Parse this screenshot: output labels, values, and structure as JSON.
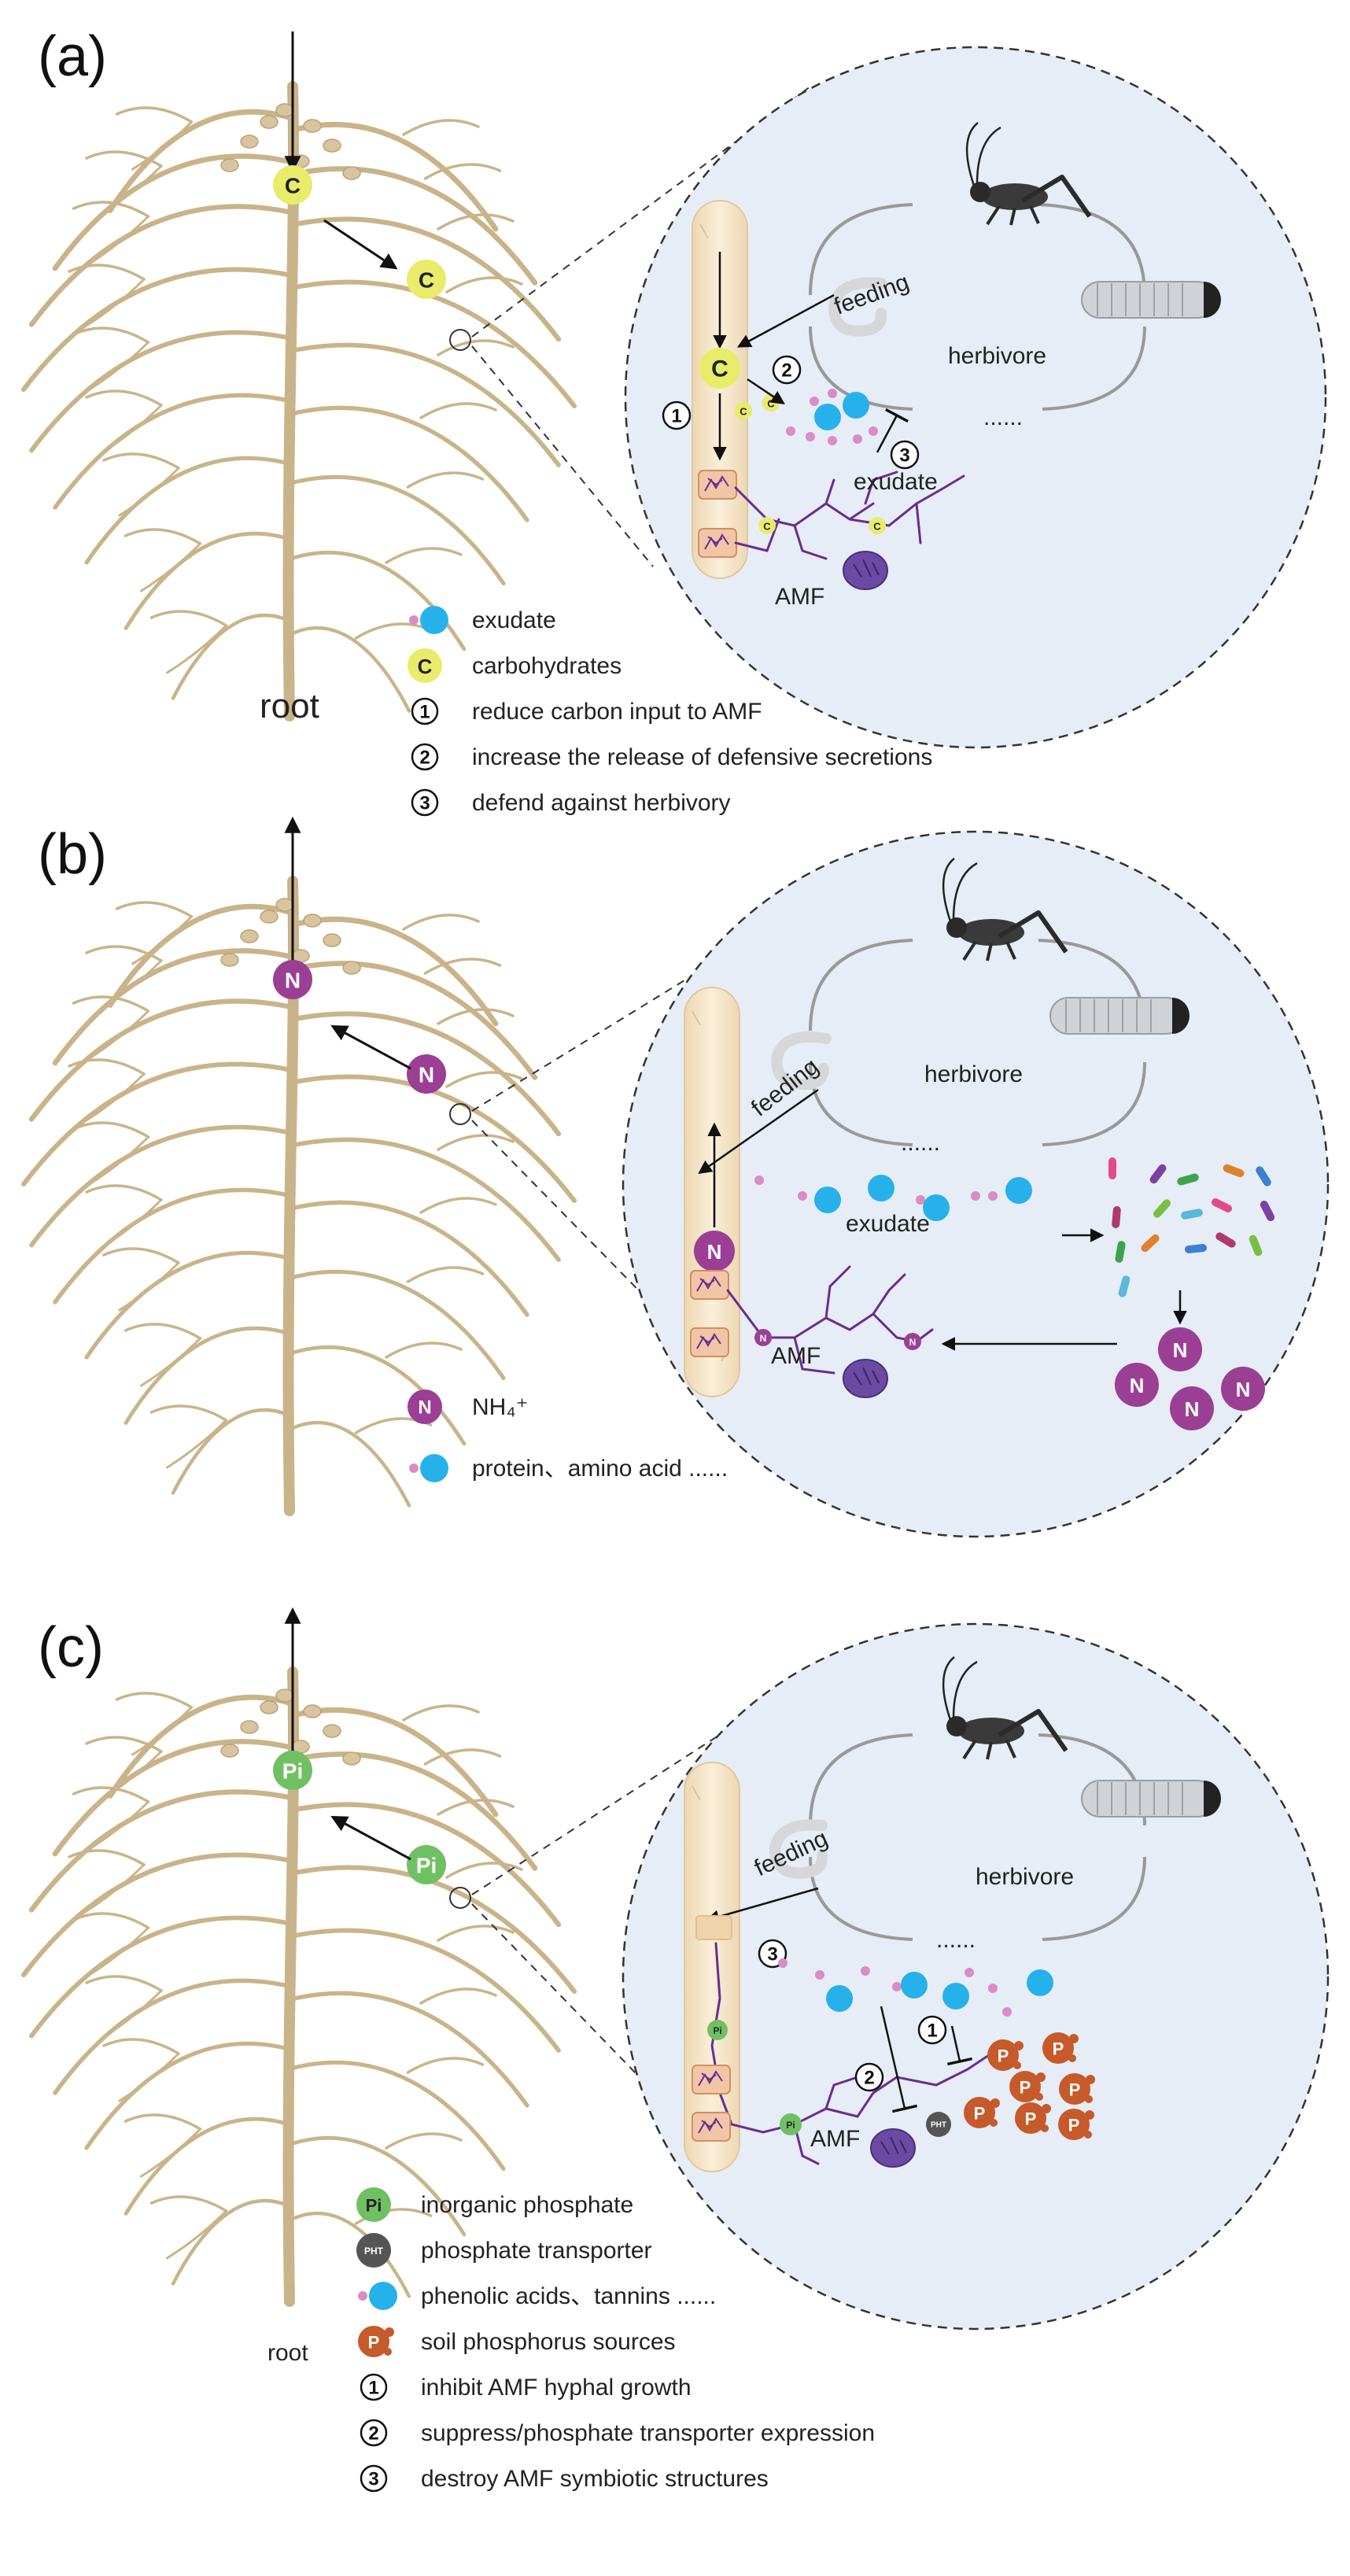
{
  "panels": [
    {
      "id": "a",
      "label": "(a)",
      "root_label": "root",
      "herbivore_label": "herbivore",
      "feeding_label": "feeding",
      "dots_label": "......",
      "exudate_label": "exudate",
      "amf_label": "AMF",
      "node_letter": "C",
      "legend": [
        {
          "symbol": "exudate",
          "text": "exudate"
        },
        {
          "symbol": "C",
          "text": "carbohydrates"
        },
        {
          "symbol": "1",
          "text": "reduce carbon input to AMF"
        },
        {
          "symbol": "2",
          "text": "increase the release of defensive secretions"
        },
        {
          "symbol": "3",
          "text": "defend against herbivory"
        }
      ]
    },
    {
      "id": "b",
      "label": "(b)",
      "herbivore_label": "herbivore",
      "feeding_label": "feeding",
      "dots_label": "......",
      "exudate_label": "exudate",
      "amf_label": "AMF",
      "node_letter": "N",
      "legend": [
        {
          "symbol": "N",
          "text": "NH₄⁺"
        },
        {
          "symbol": "exudate",
          "text": "protein、amino acid ......"
        }
      ]
    },
    {
      "id": "c",
      "label": "(c)",
      "root_label": "root",
      "herbivore_label": "herbivore",
      "feeding_label": "feeding",
      "dots_label": "......",
      "amf_label": "AMF",
      "node_letter": "Pi",
      "pht_letter": "PHT",
      "p_letter": "P",
      "legend": [
        {
          "symbol": "Pi",
          "text": "inorganic phosphate"
        },
        {
          "symbol": "PHT",
          "text": "phosphate transporter"
        },
        {
          "symbol": "exudate",
          "text": "phenolic acids、tannins ......"
        },
        {
          "symbol": "P",
          "text": "soil phosphorus sources"
        },
        {
          "symbol": "1",
          "text": "inhibit AMF hyphal growth"
        },
        {
          "symbol": "2",
          "text": "suppress/phosphate transporter expression"
        },
        {
          "symbol": "3",
          "text": "destroy AMF symbiotic structures"
        }
      ]
    }
  ],
  "numbers": [
    "1",
    "2",
    "3"
  ],
  "colors": {
    "root": "#c9b48a",
    "zoom_fill": "#e6edf6",
    "carbon": "#e9ec6a",
    "nitrogen": "#9b3f95",
    "phosphate": "#6fc062",
    "pht": "#555555",
    "soil_p": "#c65a2a",
    "exudate_big": "#27b1ea",
    "exudate_small": "#d98cc6",
    "hyphae": "#6a2c91",
    "spore": "#6b4aa3"
  }
}
